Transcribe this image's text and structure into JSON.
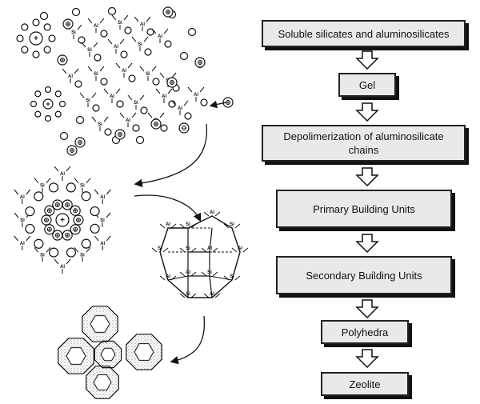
{
  "flowchart": {
    "steps": [
      {
        "label": "Soluble silicates and aluminosilicates"
      },
      {
        "label": "Gel"
      },
      {
        "label": "Depolimerization of aluminosilicate chains"
      },
      {
        "label": "Primary Building Units"
      },
      {
        "label": "Secondary Building Units"
      },
      {
        "label": "Polyhedra"
      },
      {
        "label": "Zeolite"
      }
    ]
  },
  "illustration": {
    "atom_labels": {
      "si": "Si",
      "al": "Al",
      "plus": "+",
      "minus": "−"
    },
    "stage_order": [
      "soluble-species",
      "gel-cluster",
      "polyhedron-cage",
      "zeolite-framework"
    ]
  },
  "colors": {
    "box_fill": "#e9e9e9",
    "line": "#111111",
    "stipple": "#666666"
  }
}
